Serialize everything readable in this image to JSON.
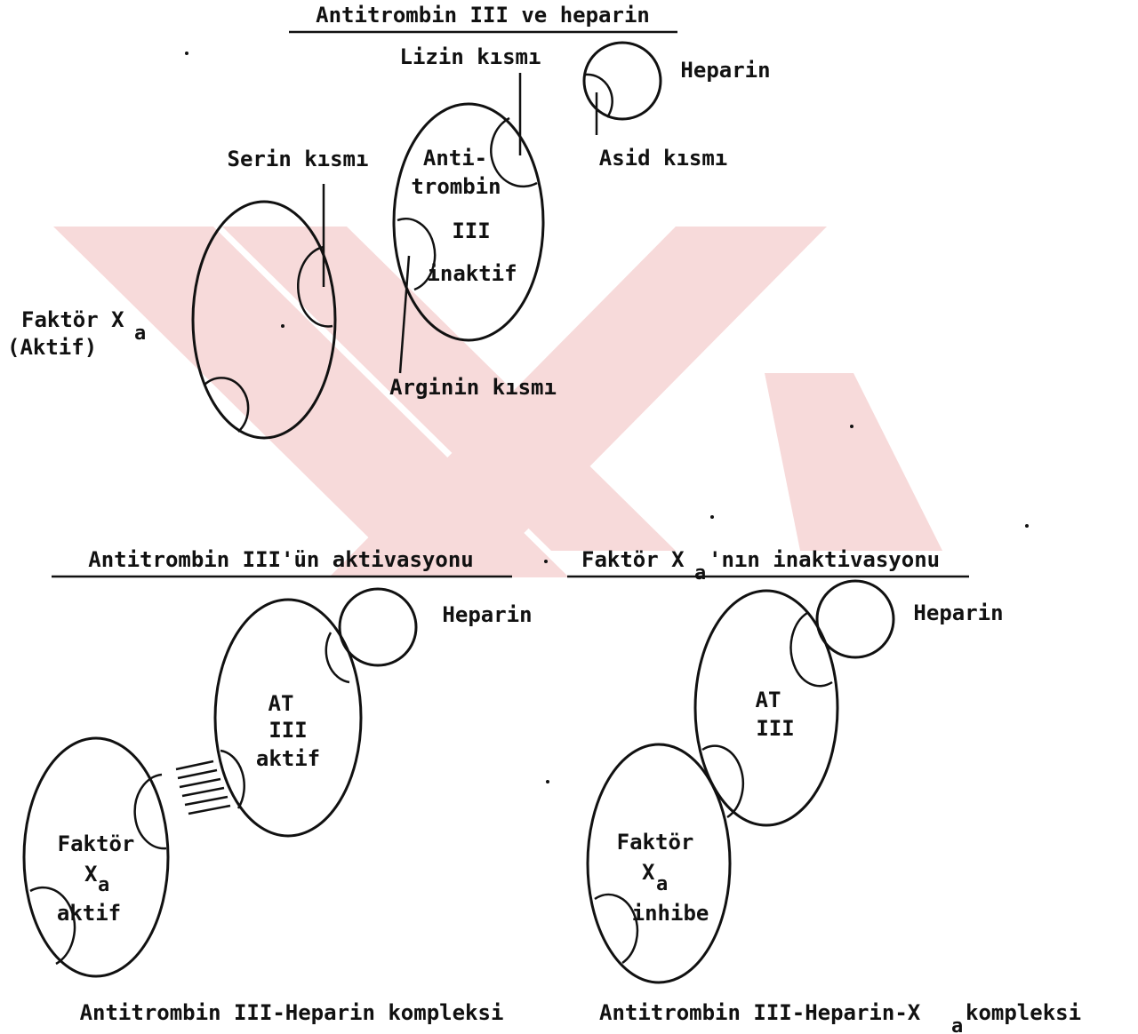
{
  "colors": {
    "ink": "#111111",
    "watermark": "#f7dada",
    "background": "#ffffff"
  },
  "titles": {
    "top": "Antitrombin III ve heparin",
    "activation": "Antitrombin III'ün aktivasyonu",
    "inactivation_prefix": "Faktör X",
    "inactivation_sub": "a",
    "inactivation_suffix": "'nın inaktivasyonu"
  },
  "top_section": {
    "lizin": "Lizin kısmı",
    "heparin": "Heparin",
    "asid": "Asid kısmı",
    "serin": "Serin kısmı",
    "at_line1": "Anti-",
    "at_line2": "trombin",
    "at_line3": "III",
    "at_line4": "inaktif",
    "arginin": "Arginin kısmı",
    "faktor_main": "Faktör X",
    "faktor_sub": "a",
    "faktor_aktif": "(Aktif)"
  },
  "activation_section": {
    "heparin": "Heparin",
    "at_line1": "AT",
    "at_line2": "III",
    "at_line3": "aktif",
    "faktor_line1": "Faktör",
    "faktor_x": "X",
    "faktor_sub": "a",
    "faktor_line3": "aktif",
    "caption": "Antitrombin III-Heparin kompleksi"
  },
  "inactivation_section": {
    "heparin": "Heparin",
    "at_line1": "AT",
    "at_line2": "III",
    "faktor_line1": "Faktör",
    "faktor_x": "X",
    "faktor_sub": "a",
    "faktor_line3": "inhibe",
    "caption_prefix": "Antitrombin III-Heparin-X",
    "caption_sub": "a",
    "caption_suffix": " kompleksi"
  }
}
